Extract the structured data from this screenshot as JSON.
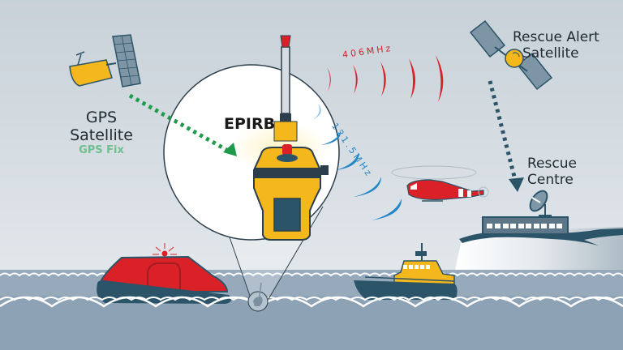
{
  "diagram": {
    "title": "EPIRB distress signal system",
    "labels": {
      "gps_satellite": "GPS\nSatellite",
      "gps_satellite_line1": "GPS",
      "gps_satellite_line2": "Satellite",
      "gps_fix": "GPS Fix",
      "rescue_alert_line1": "Rescue Alert",
      "rescue_alert_line2": "Satellite",
      "rescue_centre_line1": "Rescue",
      "rescue_centre_line2": "Centre",
      "epirb": "EPIRB",
      "freq_406": "406MHz",
      "freq_121": "121.5MHz"
    },
    "nodes": [
      {
        "id": "gps-satellite",
        "label": "GPS Satellite",
        "sublabel": "GPS Fix"
      },
      {
        "id": "rescue-alert-satellite",
        "label": "Rescue Alert Satellite"
      },
      {
        "id": "epirb",
        "label": "EPIRB"
      },
      {
        "id": "rescue-centre",
        "label": "Rescue Centre"
      },
      {
        "id": "helicopter",
        "label": ""
      },
      {
        "id": "lifeboat",
        "label": ""
      },
      {
        "id": "life-raft",
        "label": ""
      }
    ],
    "edges": [
      {
        "from": "gps-satellite",
        "to": "epirb",
        "style": "dotted",
        "color": "#1f9a4a",
        "label": "GPS Fix"
      },
      {
        "from": "epirb",
        "to": "rescue-alert-satellite",
        "style": "radio-waves",
        "color": "#d92127",
        "label": "406MHz"
      },
      {
        "from": "epirb",
        "to": "helicopter",
        "style": "radio-waves",
        "color": "#2387c6",
        "label": "121.5MHz"
      },
      {
        "from": "rescue-alert-satellite",
        "to": "rescue-centre",
        "style": "dotted",
        "color": "#2c5468"
      }
    ],
    "colors": {
      "sky": "#c9d3da",
      "sea": "#8fa3b6",
      "sea_dark": "#9fb1c2",
      "epirb_yellow": "#f4b71c",
      "red": "#d92127",
      "blue_wave": "#2387c6",
      "green_dots": "#1f9a4a",
      "navy": "#2c5468",
      "text": "#1e2a33"
    }
  }
}
